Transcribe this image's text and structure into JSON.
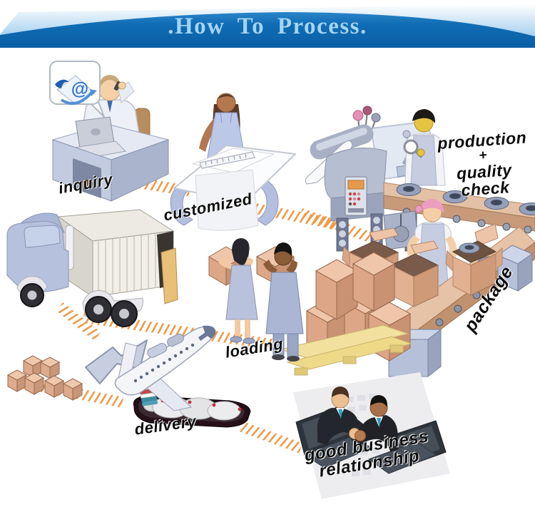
{
  "banner": {
    "title": ".How To Process.",
    "colors": {
      "dark_blue": "#0f6cb4",
      "light_band": "#8cc2ea",
      "text": "#a3d4f4"
    }
  },
  "steps": {
    "inquiry": {
      "label": "inquiry"
    },
    "customized": {
      "label": "customized"
    },
    "production_quality": {
      "lines": [
        "production",
        "+",
        "quality check"
      ]
    },
    "package": {
      "label": "package"
    },
    "loading": {
      "label": "loading"
    },
    "delivery": {
      "label": "delivery"
    },
    "relationship": {
      "lines": [
        "good business",
        "relationship"
      ]
    }
  },
  "icons": {
    "email_at": {
      "name": "email-at-icon",
      "glyph": "@"
    }
  },
  "colors": {
    "path_hatch_orange": "#ef9640",
    "cardboard": "#eec0a4",
    "label_text": "#0d0d0d"
  }
}
